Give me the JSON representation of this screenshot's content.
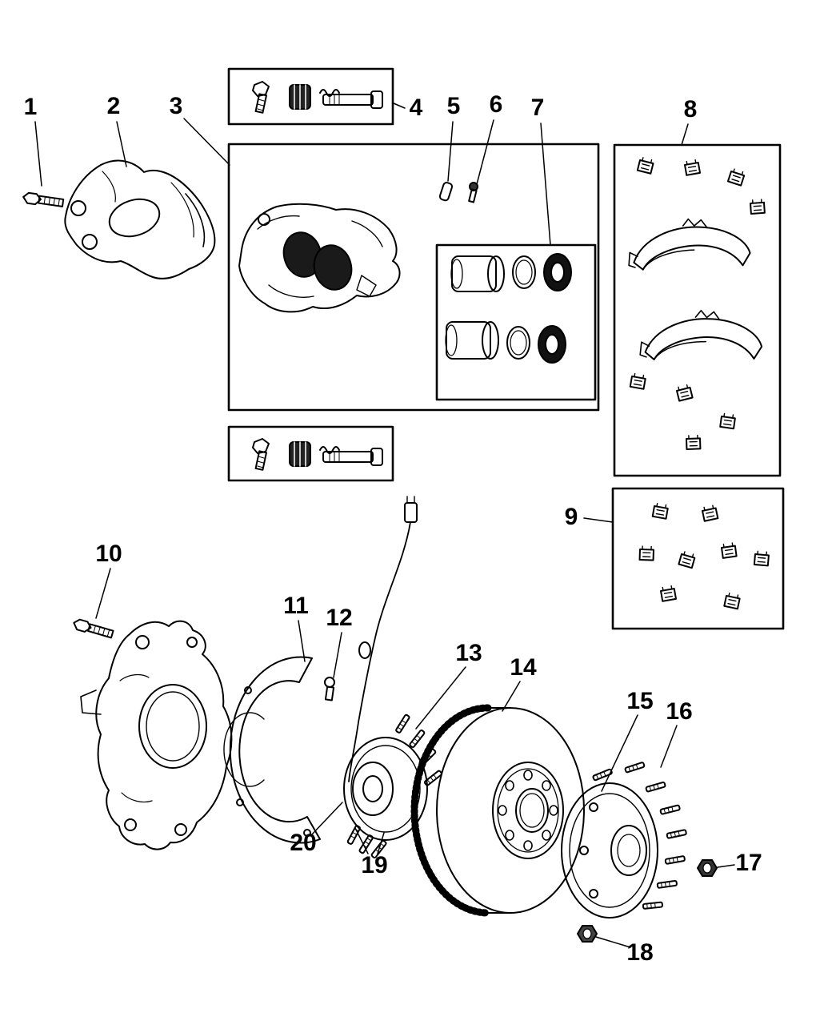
{
  "diagram": {
    "type": "parts-diagram",
    "subject": "front disc brake assembly exploded view",
    "colors": {
      "background": "#ffffff",
      "line": "#000000",
      "dark_fill": "#1a1a1a"
    },
    "callouts": [
      {
        "label": "1"
      },
      {
        "label": "2"
      },
      {
        "label": "3"
      },
      {
        "label": "4"
      },
      {
        "label": "5"
      },
      {
        "label": "6"
      },
      {
        "label": "7"
      },
      {
        "label": "8"
      },
      {
        "label": "9"
      },
      {
        "label": "10"
      },
      {
        "label": "11"
      },
      {
        "label": "12"
      },
      {
        "label": "13"
      },
      {
        "label": "14"
      },
      {
        "label": "15"
      },
      {
        "label": "16"
      },
      {
        "label": "17"
      },
      {
        "label": "18"
      },
      {
        "label": "19"
      },
      {
        "label": "20"
      }
    ]
  }
}
